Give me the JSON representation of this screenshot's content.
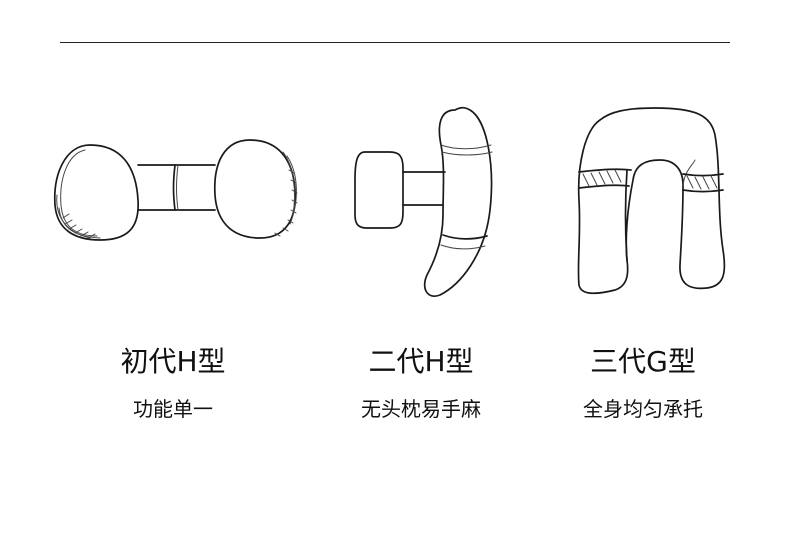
{
  "items": [
    {
      "title": "初代H型",
      "subtitle": "功能单一",
      "illustration_icon": "h-pillow-first-gen-icon"
    },
    {
      "title": "二代H型",
      "subtitle": "无头枕易手麻",
      "illustration_icon": "h-pillow-second-gen-icon"
    },
    {
      "title": "三代G型",
      "subtitle": "全身均匀承托",
      "illustration_icon": "g-pillow-third-gen-icon"
    }
  ]
}
